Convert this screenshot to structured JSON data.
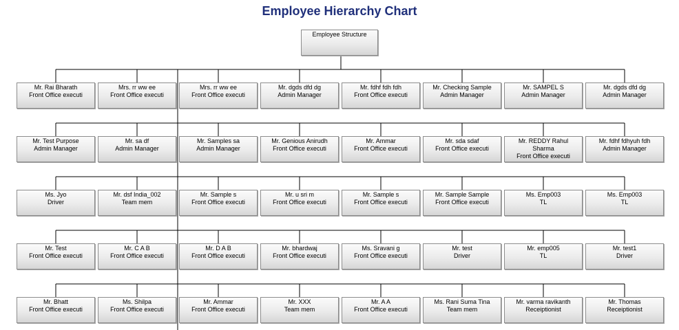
{
  "title": "Employee Hierarchy Chart",
  "root": {
    "lines": [
      "Employee Structure"
    ]
  },
  "rows": [
    [
      {
        "lines": [
          "Mr. Rai Bharath",
          "Front Office executi"
        ]
      },
      {
        "lines": [
          "Mrs. rr ww ee",
          "Front Office executi"
        ]
      },
      {
        "lines": [
          "Mrs. rr ww ee",
          "Front Office executi"
        ]
      },
      {
        "lines": [
          "Mr. dgds dfd dg",
          "Admin Manager"
        ]
      },
      {
        "lines": [
          "Mr. fdhf fdh fdh",
          "Front Office executi"
        ]
      },
      {
        "lines": [
          "Mr. Checking Sample",
          "Admin Manager"
        ]
      },
      {
        "lines": [
          "Mr. SAMPEL S",
          "Admin Manager"
        ]
      },
      {
        "lines": [
          "Mr. dgds dfd dg",
          "Admin Manager"
        ]
      }
    ],
    [
      {
        "lines": [
          "Mr. Test Purpose",
          "Admin Manager"
        ]
      },
      {
        "lines": [
          "Mr. sa df",
          "Admin Manager"
        ]
      },
      {
        "lines": [
          "Mr. Samples sa",
          "Admin Manager"
        ]
      },
      {
        "lines": [
          "Mr. Genious Anirudh",
          "Front Office executi"
        ]
      },
      {
        "lines": [
          "Mr. Ammar",
          "Front Office executi"
        ]
      },
      {
        "lines": [
          "Mr. sda sdaf",
          "Front Office executi"
        ]
      },
      {
        "lines": [
          "Mr. REDDY Rahul",
          "Sharma",
          "Front Office executi"
        ]
      },
      {
        "lines": [
          "Mr. fdhf fdhyuh fdh",
          "Admin Manager"
        ]
      }
    ],
    [
      {
        "lines": [
          "Ms. Jyo",
          "Driver"
        ]
      },
      {
        "lines": [
          "Mr. dsf India_002",
          "Team mem"
        ]
      },
      {
        "lines": [
          "Mr. Sample s",
          "Front Office executi"
        ]
      },
      {
        "lines": [
          "Mr. u sri m",
          "Front Office executi"
        ]
      },
      {
        "lines": [
          "Mr. Sample s",
          "Front Office executi"
        ]
      },
      {
        "lines": [
          "Mr. Sample Sample",
          "Front Office executi"
        ]
      },
      {
        "lines": [
          "Ms. Emp003",
          "TL"
        ]
      },
      {
        "lines": [
          "Ms. Emp003",
          "TL"
        ]
      }
    ],
    [
      {
        "lines": [
          "Mr. Test",
          "Front Office executi"
        ]
      },
      {
        "lines": [
          "Mr. C A B",
          "Front Office executi"
        ]
      },
      {
        "lines": [
          "Mr. D A B",
          "Front Office executi"
        ]
      },
      {
        "lines": [
          "Mr. bhardwaj",
          "Front Office executi"
        ]
      },
      {
        "lines": [
          "Ms. Sravani g",
          "Front Office executi"
        ]
      },
      {
        "lines": [
          "Mr. test",
          "Driver"
        ]
      },
      {
        "lines": [
          "Mr. emp005",
          "TL"
        ]
      },
      {
        "lines": [
          "Mr. test1",
          "Driver"
        ]
      }
    ],
    [
      {
        "lines": [
          "Mr. Bhatt",
          "Front Office executi"
        ]
      },
      {
        "lines": [
          "Ms. Shilpa",
          "Front Office executi"
        ]
      },
      {
        "lines": [
          "Mr. Ammar",
          "Front Office executi"
        ]
      },
      {
        "lines": [
          "Mr. XXX",
          "Team mem"
        ]
      },
      {
        "lines": [
          "Mr. A A",
          "Front Office executi"
        ]
      },
      {
        "lines": [
          "Ms. Rani Suma Tina",
          "Team mem"
        ]
      },
      {
        "lines": [
          "Mr. varma ravikanth",
          "Receiptionist"
        ]
      },
      {
        "lines": [
          "Mr. Thomas",
          "Receiptionist"
        ]
      }
    ]
  ]
}
